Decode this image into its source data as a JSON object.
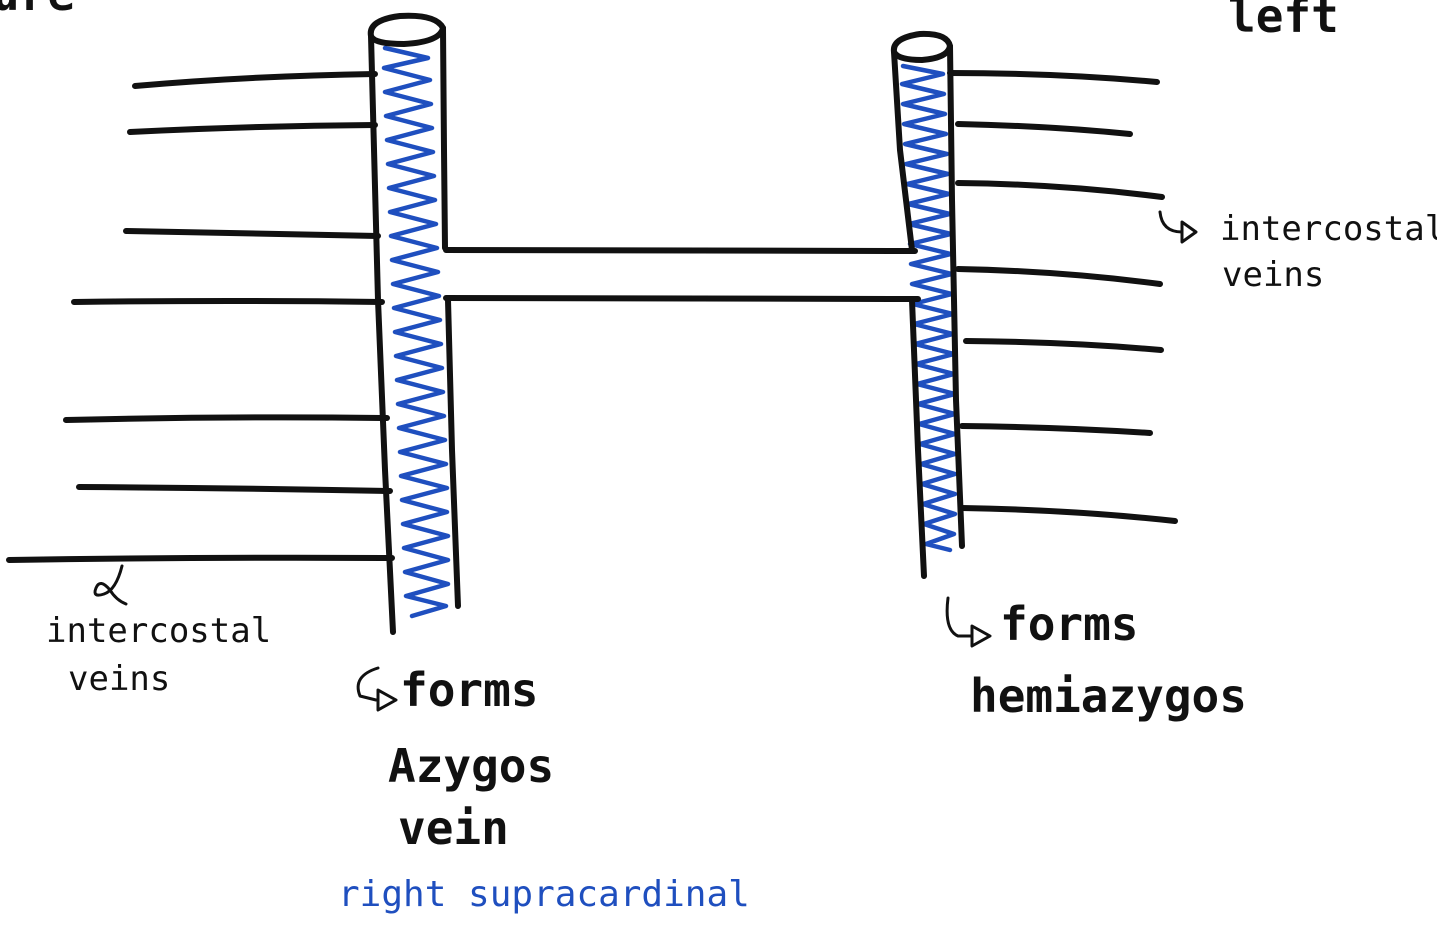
{
  "colors": {
    "ink": "#111111",
    "vein_fill": "#1f4fbf",
    "annotation_blue": "#1f4fbf"
  },
  "labels": {
    "corner_left_partial": "ure",
    "corner_right": "left",
    "intercostal_right_line1": "intercostal",
    "intercostal_right_line2": "veins",
    "intercostal_left_line1": "intercostal",
    "intercostal_left_line2": "veins",
    "azygos_line1": "forms",
    "azygos_line2": "Azygos",
    "azygos_line3": "vein",
    "azygos_origin": "right supracardinal",
    "hemiazygos_line1": "forms",
    "hemiazygos_line2": "hemiazygos"
  },
  "icons": {
    "arrow": "hooked-arrow-icon",
    "vein_fill": "blue-zigzag-fill"
  }
}
